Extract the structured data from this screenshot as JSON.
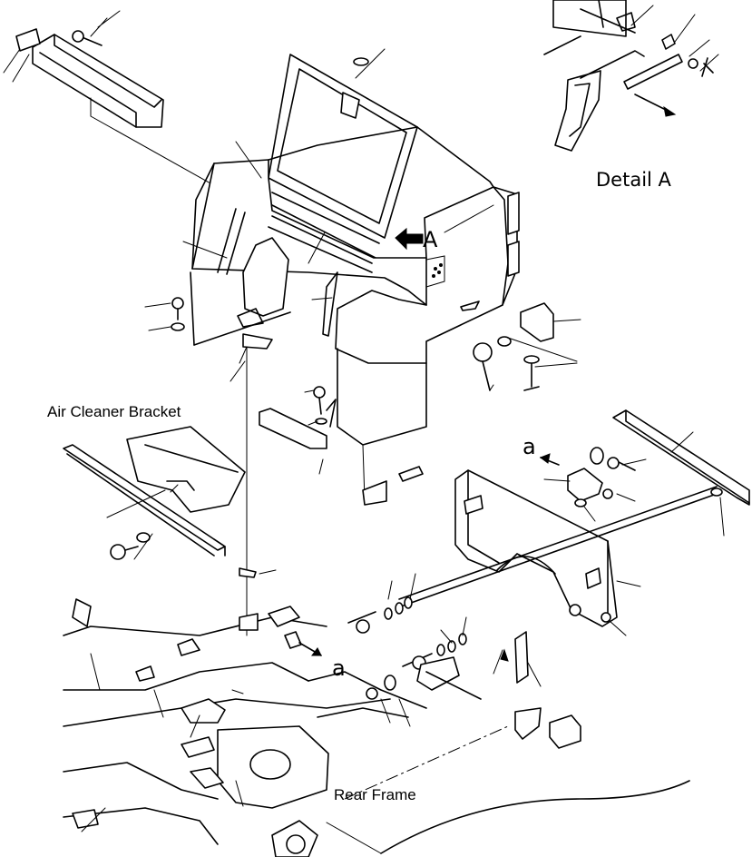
{
  "labels": {
    "detail_a": "Detail A",
    "air_cleaner_bracket": "Air Cleaner Bracket",
    "rear_frame": "Rear Frame",
    "view_letter_a": "A",
    "ref_a_top": "a",
    "ref_a_bottom": "a"
  }
}
